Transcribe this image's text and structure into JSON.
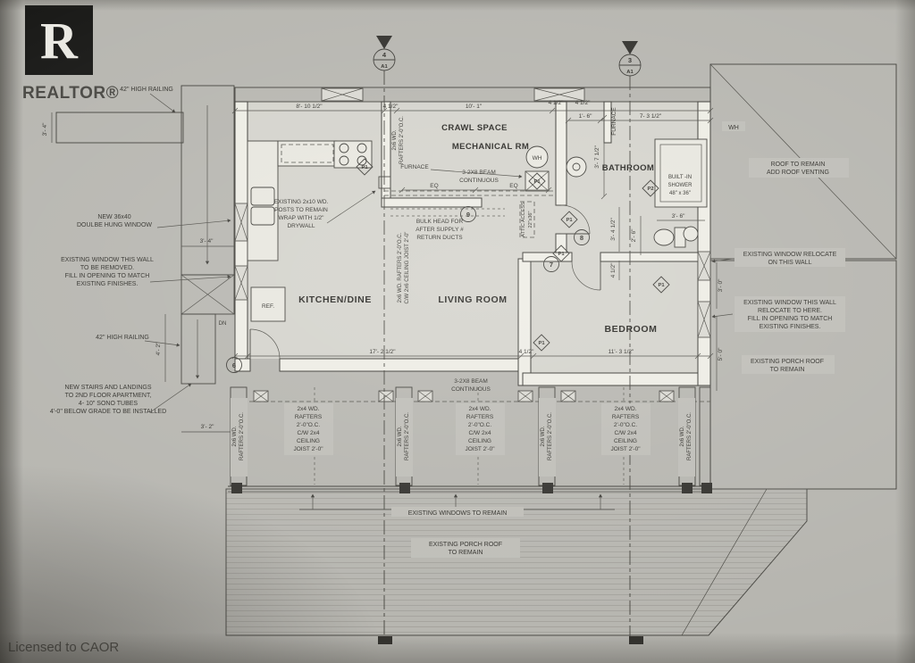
{
  "branding": {
    "logo_letter": "R",
    "logo_word": "REALTOR®",
    "license": "Licensed to CAOR"
  },
  "rooms": {
    "crawl_space": "CRAWL SPACE",
    "mechanical": "MECHANICAL RM",
    "bathroom": "BATHROOM",
    "kitchen_dine": "KITCHEN/DINE",
    "living_room": "LIVING ROOM",
    "bedroom": "BEDROOM"
  },
  "fixtures": {
    "ref": "REF.",
    "wh": "WH",
    "furnace": "FURNACE",
    "shower": [
      "BUILT -IN",
      "SHOWER",
      "48\" x 36\""
    ],
    "attic": [
      "ATTIC ACCESS",
      "22\"x36\""
    ]
  },
  "notes": {
    "railing": "42\" HIGH RAILING",
    "new_window": [
      "NEW 36x40",
      "DOULBE HUNG WINDOW"
    ],
    "window_removed": [
      "EXISTING WINDOW THIS WALL",
      "TO BE REMOVED.",
      "FILL IN OPENING TO MATCH",
      "EXISTING FINISHES."
    ],
    "new_stairs": [
      "NEW STAIRS AND LANDINGS",
      "TO 2ND FLOOR APARTMENT,",
      "4- 10\" SONO TUBES",
      "4'-0\" BELOW GRADE TO BE INSTALLED"
    ],
    "posts": [
      "EXISTING 2x10 WD.",
      "POSTS TO REMAIN",
      "WRAP WITH 1/2\"",
      "DRYWALL"
    ],
    "bulkhead": [
      "BULK HEAD FOR",
      "AFTER SUPPLY #",
      "RETURN DUCTS"
    ],
    "beam": [
      "3-2X8 BEAM",
      "CONTINUOUS"
    ],
    "roof_remain": [
      "ROOF TO REMAIN",
      "ADD ROOF VENTING"
    ],
    "window_relocate_wall": [
      "EXISTING WINDOW RELOCATE",
      "ON THIS WALL"
    ],
    "window_relocate_here": [
      "EXISTING WINDOW THIS WALL",
      "RELOCATE TO HERE.",
      "FILL IN OPENING TO MATCH",
      "EXISTING FINISHES."
    ],
    "porch_roof": [
      "EXISTING PORCH ROOF",
      "TO REMAIN"
    ],
    "windows_remain": "EXISTING WINDOWS TO REMAIN",
    "rafters_2x6": [
      "2x6 WD.",
      "RAFTERS 2'-0\"O.C."
    ],
    "rafters_2x4": [
      "2x4 WD.",
      "RAFTERS",
      "2'-0\"O.C.",
      "C/W 2x4",
      "CEILING",
      "JOIST 2'-0\""
    ],
    "ceiling_2x6": [
      "2x6 WD. RAFTERS 2'-0\"O.C.",
      "C/W 2x6 CEILING JOIST 2'-0\""
    ],
    "dn": "DN"
  },
  "dims": {
    "d8_10h": "8'- 10 1/2\"",
    "d4h": "4 1/2\"",
    "d10_1": "10'- 1\"",
    "d1_6": "1'- 6\"",
    "d7_3h": "7- 3 1/2\"",
    "d17_2h": "17'- 2 1/2\"",
    "d11_3h": "11'- 3 1/2\"",
    "d3_4": "3'- 4\"",
    "d4_2": "4'- 2\"",
    "d3_2": "3'- 2\"",
    "d3_7h": "3'- 7 1/2\"",
    "d3_4h": "3'- 4 1/2\"",
    "d2_6": "2'- 6\"",
    "d3_6": "3'- 6\"",
    "d3_0": "3'- 0\"",
    "d5_0": "5'- 0\"",
    "eq": "EQ"
  },
  "markers": {
    "p1": "P1",
    "p2": "P2",
    "c6": "6",
    "c7": "7",
    "c8": "8",
    "c9": "9",
    "s4": "4",
    "s3": "3",
    "sheet": "A1"
  }
}
